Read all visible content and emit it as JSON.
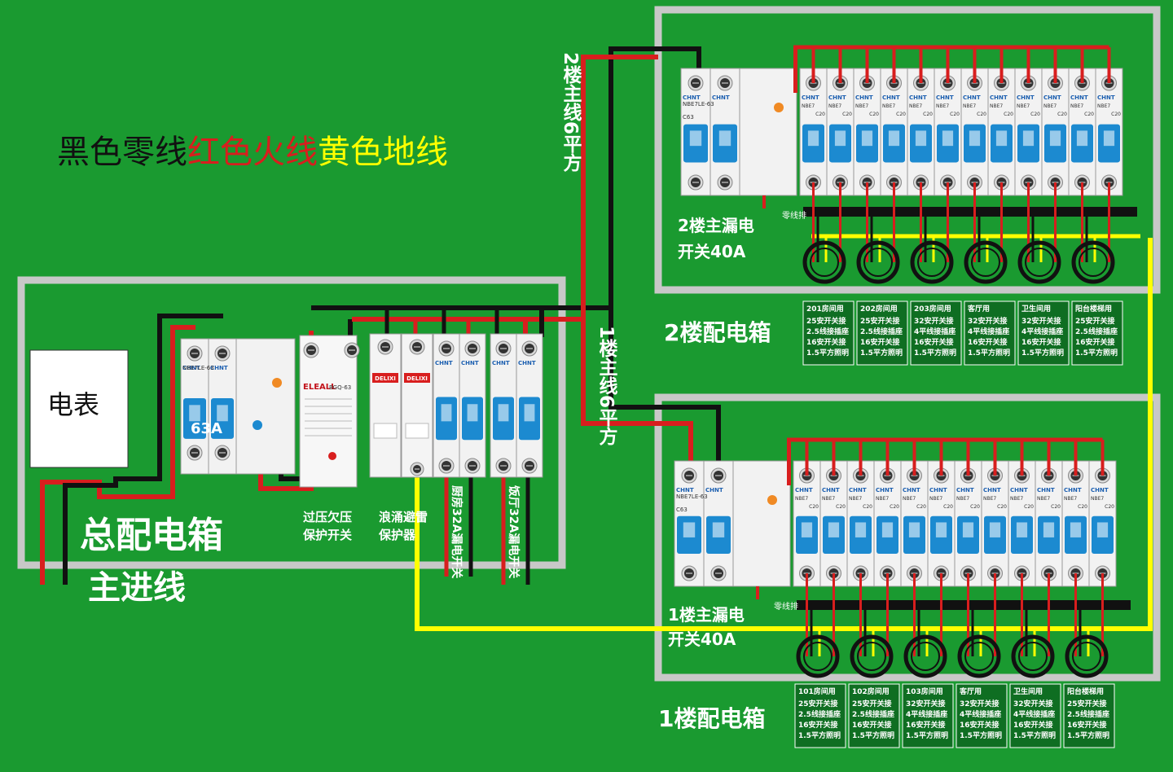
{
  "legend": {
    "black": "黑色零线",
    "red": "红色火线",
    "yellow": "黄色地线"
  },
  "colors": {
    "background": "#1a9a30",
    "neutral": "#111111",
    "live": "#d81e1e",
    "earth": "#ffff00",
    "frame": "#c8c8c8",
    "breaker_blue": "#1c8ad0",
    "module_body": "#f2f2f2"
  },
  "main_box": {
    "title": "总配电箱",
    "inlet": "主进线",
    "meter": "电表",
    "main_breaker_rating": "63A",
    "ovp_label": [
      "过压欠压",
      "保护开关"
    ],
    "spd_label": [
      "浪涌避雷",
      "保护器"
    ],
    "kitchen_breaker": "厨房32A漏电开关",
    "living_breaker": "饭厅32A漏电开关",
    "ovp_brand": "ELEALL",
    "ovp_model": "BGQ-63",
    "spd_brand": "DELIXI"
  },
  "feeders": {
    "floor2": "2楼主线6平方",
    "floor1": "1楼主线6平方"
  },
  "floor2": {
    "title": "2楼配电箱",
    "main_rcd": [
      "2楼主漏电",
      "开关40A"
    ],
    "neutral_bar": "零线排",
    "circuits": [
      {
        "name": "201房间用",
        "lines": [
          "25安开关接",
          "2.5线接插座",
          "16安开关接",
          "1.5平方照明"
        ]
      },
      {
        "name": "202房间用",
        "lines": [
          "25安开关接",
          "2.5线接插座",
          "16安开关接",
          "1.5平方照明"
        ]
      },
      {
        "name": "203房间用",
        "lines": [
          "32安开关接",
          "4平线接插座",
          "16安开关接",
          "1.5平方照明"
        ]
      },
      {
        "name": "客厅用",
        "lines": [
          "32安开关接",
          "4平线接插座",
          "16安开关接",
          "1.5平方照明"
        ]
      },
      {
        "name": "卫生间用",
        "lines": [
          "32安开关接",
          "4平线接插座",
          "16安开关接",
          "1.5平方照明"
        ]
      },
      {
        "name": "阳台楼梯用",
        "lines": [
          "25安开关接",
          "2.5线接插座",
          "16安开关接",
          "1.5平方照明"
        ]
      }
    ]
  },
  "floor1": {
    "title": "1楼配电箱",
    "main_rcd": [
      "1楼主漏电",
      "开关40A"
    ],
    "neutral_bar": "零线排",
    "circuits": [
      {
        "name": "101房间用",
        "lines": [
          "25安开关接",
          "2.5线接插座",
          "16安开关接",
          "1.5平方照明"
        ]
      },
      {
        "name": "102房间用",
        "lines": [
          "25安开关接",
          "2.5线接插座",
          "16安开关接",
          "1.5平方照明"
        ]
      },
      {
        "name": "103房间用",
        "lines": [
          "32安开关接",
          "4平线接插座",
          "16安开关接",
          "1.5平方照明"
        ]
      },
      {
        "name": "客厅用",
        "lines": [
          "32安开关接",
          "4平线接插座",
          "16安开关接",
          "1.5平方照明"
        ]
      },
      {
        "name": "卫生间用",
        "lines": [
          "32安开关接",
          "4平线接插座",
          "16安开关接",
          "1.5平方照明"
        ]
      },
      {
        "name": "阳台楼梯用",
        "lines": [
          "25安开关接",
          "2.5线接插座",
          "16安开关接",
          "1.5平方照明"
        ]
      }
    ]
  },
  "breaker_labels": {
    "brand": "CHNT",
    "main_model": "NBE7LE-63",
    "branch_model": "NBE7",
    "main_rating": "C63",
    "branch_rating": "C20"
  }
}
